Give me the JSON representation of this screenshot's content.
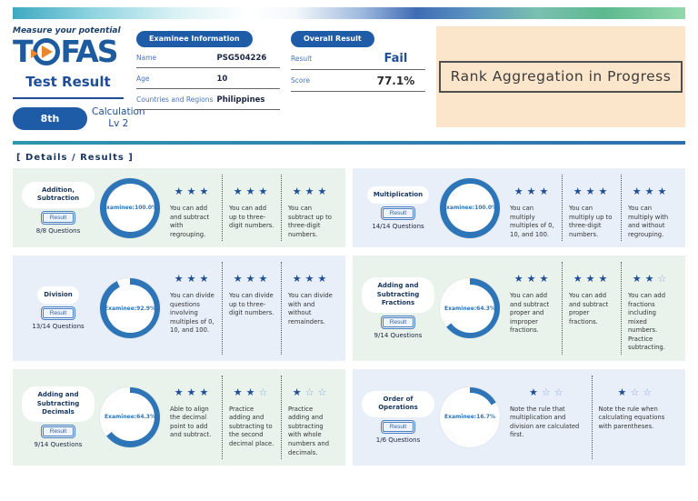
{
  "header": {
    "tagline": "Measure your potential",
    "logo_left": "T",
    "logo_right": "FAS",
    "title": "Test Result",
    "grade_badge": "8th",
    "level_label": "Calculation Lv 2"
  },
  "examinee": {
    "heading": "Examinee Information",
    "rows": [
      {
        "label": "Name",
        "value": "PSG504226"
      },
      {
        "label": "Age",
        "value": "10"
      },
      {
        "label": "Countries and Regions",
        "value": "Philippines"
      }
    ]
  },
  "overall": {
    "heading": "Overall Result",
    "result_label": "Result",
    "result_value": "Fail",
    "score_label": "Score",
    "score_value": "77.1%"
  },
  "rank_notice": "Rank Aggregation in Progress",
  "section_title": "[  Details / Results  ]",
  "colors": {
    "accent_blue": "#1f5ca8",
    "ring_blue": "#2e75b8",
    "star_filled": "#1f4e96",
    "star_empty": "#8aa6d6",
    "card_green": "#e9f3ec",
    "card_blue": "#e9eff8",
    "rank_bg": "#fbe5cb",
    "logo_orange": "#e8872c"
  },
  "cards": [
    {
      "name": "Addition, Subtraction",
      "tint": "green",
      "result_label": "Result",
      "questions": "8/8 Questions",
      "examinee_label": "Examinee:100.0%",
      "percent": 100,
      "columns": [
        {
          "stars": 3,
          "text": "You can add and subtract with regrouping."
        },
        {
          "stars": 3,
          "text": "You can add up to three-digit numbers."
        },
        {
          "stars": 3,
          "text": "You can subtract up to three-digit numbers."
        }
      ]
    },
    {
      "name": "Multiplication",
      "tint": "blue",
      "result_label": "Result",
      "questions": "14/14 Questions",
      "examinee_label": "Examinee:100.0%",
      "percent": 100,
      "columns": [
        {
          "stars": 3,
          "text": "You can multiply multiples of 0, 10, and 100."
        },
        {
          "stars": 3,
          "text": "You can multiply up to three-digit numbers."
        },
        {
          "stars": 3,
          "text": "You can multiply with and without regrouping."
        }
      ]
    },
    {
      "name": "Division",
      "tint": "blue",
      "result_label": "Result",
      "questions": "13/14 Questions",
      "examinee_label": "Examinee:92.9%",
      "percent": 92.9,
      "columns": [
        {
          "stars": 3,
          "text": "You can divide questions involving multiples of 0, 10, and 100."
        },
        {
          "stars": 3,
          "text": "You can divide up to three-digit numbers."
        },
        {
          "stars": 3,
          "text": "You can divide with and without remainders."
        }
      ]
    },
    {
      "name": "Adding and Subtracting Fractions",
      "tint": "green",
      "result_label": "Result",
      "questions": "9/14 Questions",
      "examinee_label": "Examinee:64.3%",
      "percent": 64.3,
      "columns": [
        {
          "stars": 3,
          "text": "You can add and subtract proper and improper fractions."
        },
        {
          "stars": 3,
          "text": "You can add and subtract proper fractions."
        },
        {
          "stars": 2,
          "text": "You can add fractions including mixed numbers. Practice subtracting."
        }
      ]
    },
    {
      "name": "Adding and Subtracting Decimals",
      "tint": "green",
      "result_label": "Result",
      "questions": "9/14 Questions",
      "examinee_label": "Examinee:64.3%",
      "percent": 64.3,
      "columns": [
        {
          "stars": 3,
          "text": "Able to align the decimal point to add and subtract."
        },
        {
          "stars": 2,
          "text": "Practice adding and subtracting to the second decimal place."
        },
        {
          "stars": 1,
          "text": "Practice adding and subtracting with whole numbers and decimals."
        }
      ]
    },
    {
      "name": "Order of Operations",
      "tint": "blue",
      "result_label": "Result",
      "questions": "1/6 Questions",
      "examinee_label": "Examinee:16.7%",
      "percent": 16.7,
      "columns": [
        {
          "stars": 1,
          "text": "Note the rule that multiplication and division are calculated first."
        },
        {
          "stars": 1,
          "text": "Note the rule when calculating equations with parentheses."
        }
      ]
    }
  ]
}
